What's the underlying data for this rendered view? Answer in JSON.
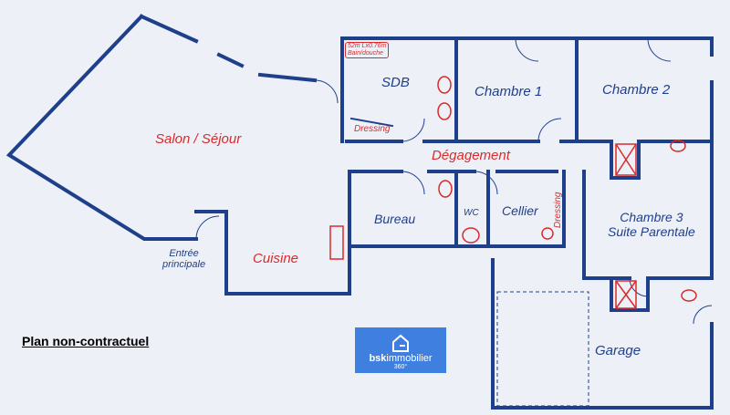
{
  "rooms": {
    "salon": "Salon / Séjour",
    "sdb": "SDB",
    "chambre1": "Chambre 1",
    "chambre2": "Chambre 2",
    "dressing_sdb": "Dressing",
    "degagement": "Dégagement",
    "bureau": "Bureau",
    "wc": "WC",
    "cellier": "Cellier",
    "dressing": "Dressing",
    "chambre3_line1": "Chambre 3",
    "chambre3_line2": "Suite Parentale",
    "cuisine": "Cuisine",
    "garage": "Garage",
    "entree_line1": "Entrée",
    "entree_line2": "principale"
  },
  "bath_tag_line1": "52m Lx0.76m",
  "bath_tag_line2": "Bain/douche",
  "disclaimer": "Plan non-contractuel",
  "logo": {
    "brand_bold": "bsk",
    "brand_rest": "immobilier",
    "sub": "360°"
  },
  "colors": {
    "wall": "#1e3f8a",
    "room_label": "#d92b2b",
    "background": "#eef0f8",
    "logo_bg": "#3f7fe0"
  }
}
